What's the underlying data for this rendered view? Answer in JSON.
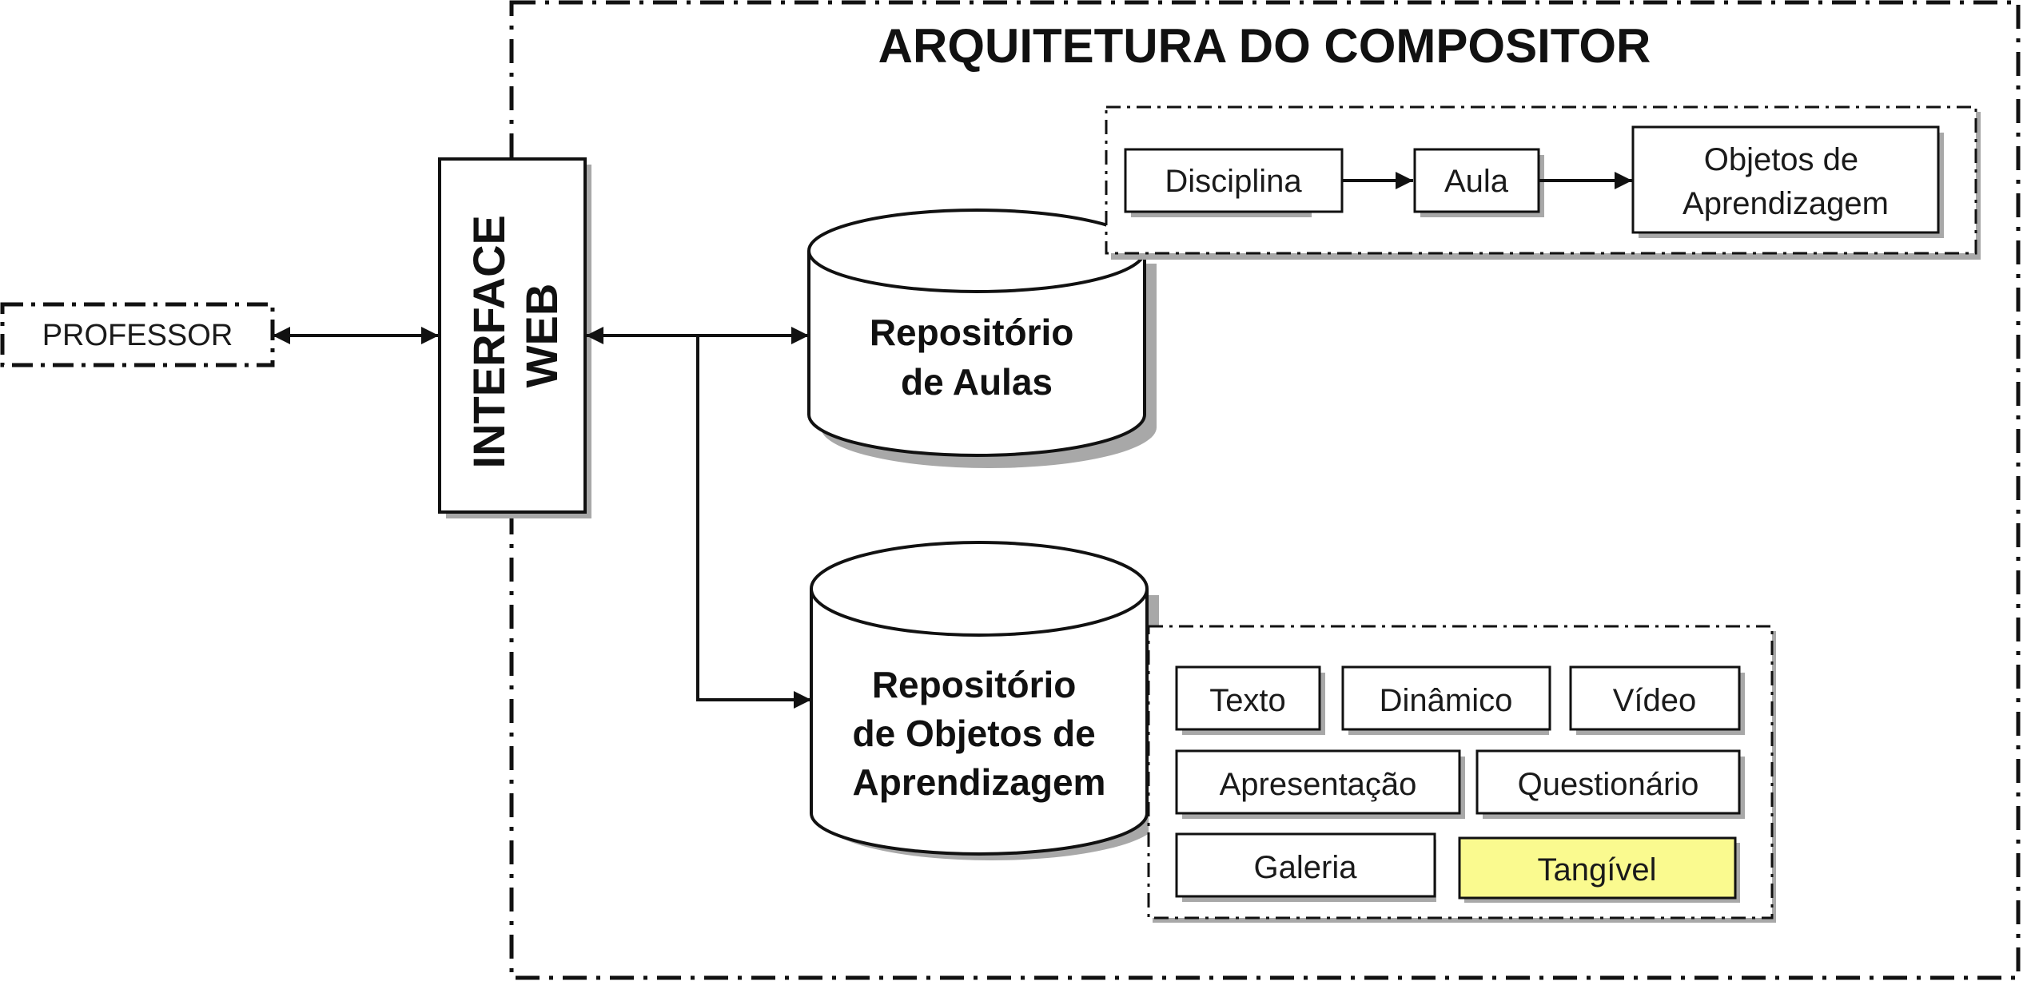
{
  "title": "ARQUITETURA DO COMPOSITOR",
  "professor": "PROFESSOR",
  "interface": {
    "line1": "INTERFACE",
    "line2": "WEB"
  },
  "repo_aulas": {
    "line1": "Repositório",
    "line2": "de Aulas"
  },
  "repo_objetos": {
    "line1": "Repositório",
    "line2": "de Objetos de",
    "line3": "Aprendizagem"
  },
  "hierarchy": {
    "disciplina": "Disciplina",
    "aula": "Aula",
    "objetos_line1": "Objetos de",
    "objetos_line2": "Aprendizagem"
  },
  "object_types": {
    "texto": "Texto",
    "dinamico": "Dinâmico",
    "video": "Vídeo",
    "apresentacao": "Apresentação",
    "questionario": "Questionário",
    "galeria": "Galeria",
    "tangivel": "Tangível"
  },
  "colors": {
    "highlight": "#FAFA8F",
    "stroke": "#111111",
    "shadow": "#9E9E9E"
  }
}
